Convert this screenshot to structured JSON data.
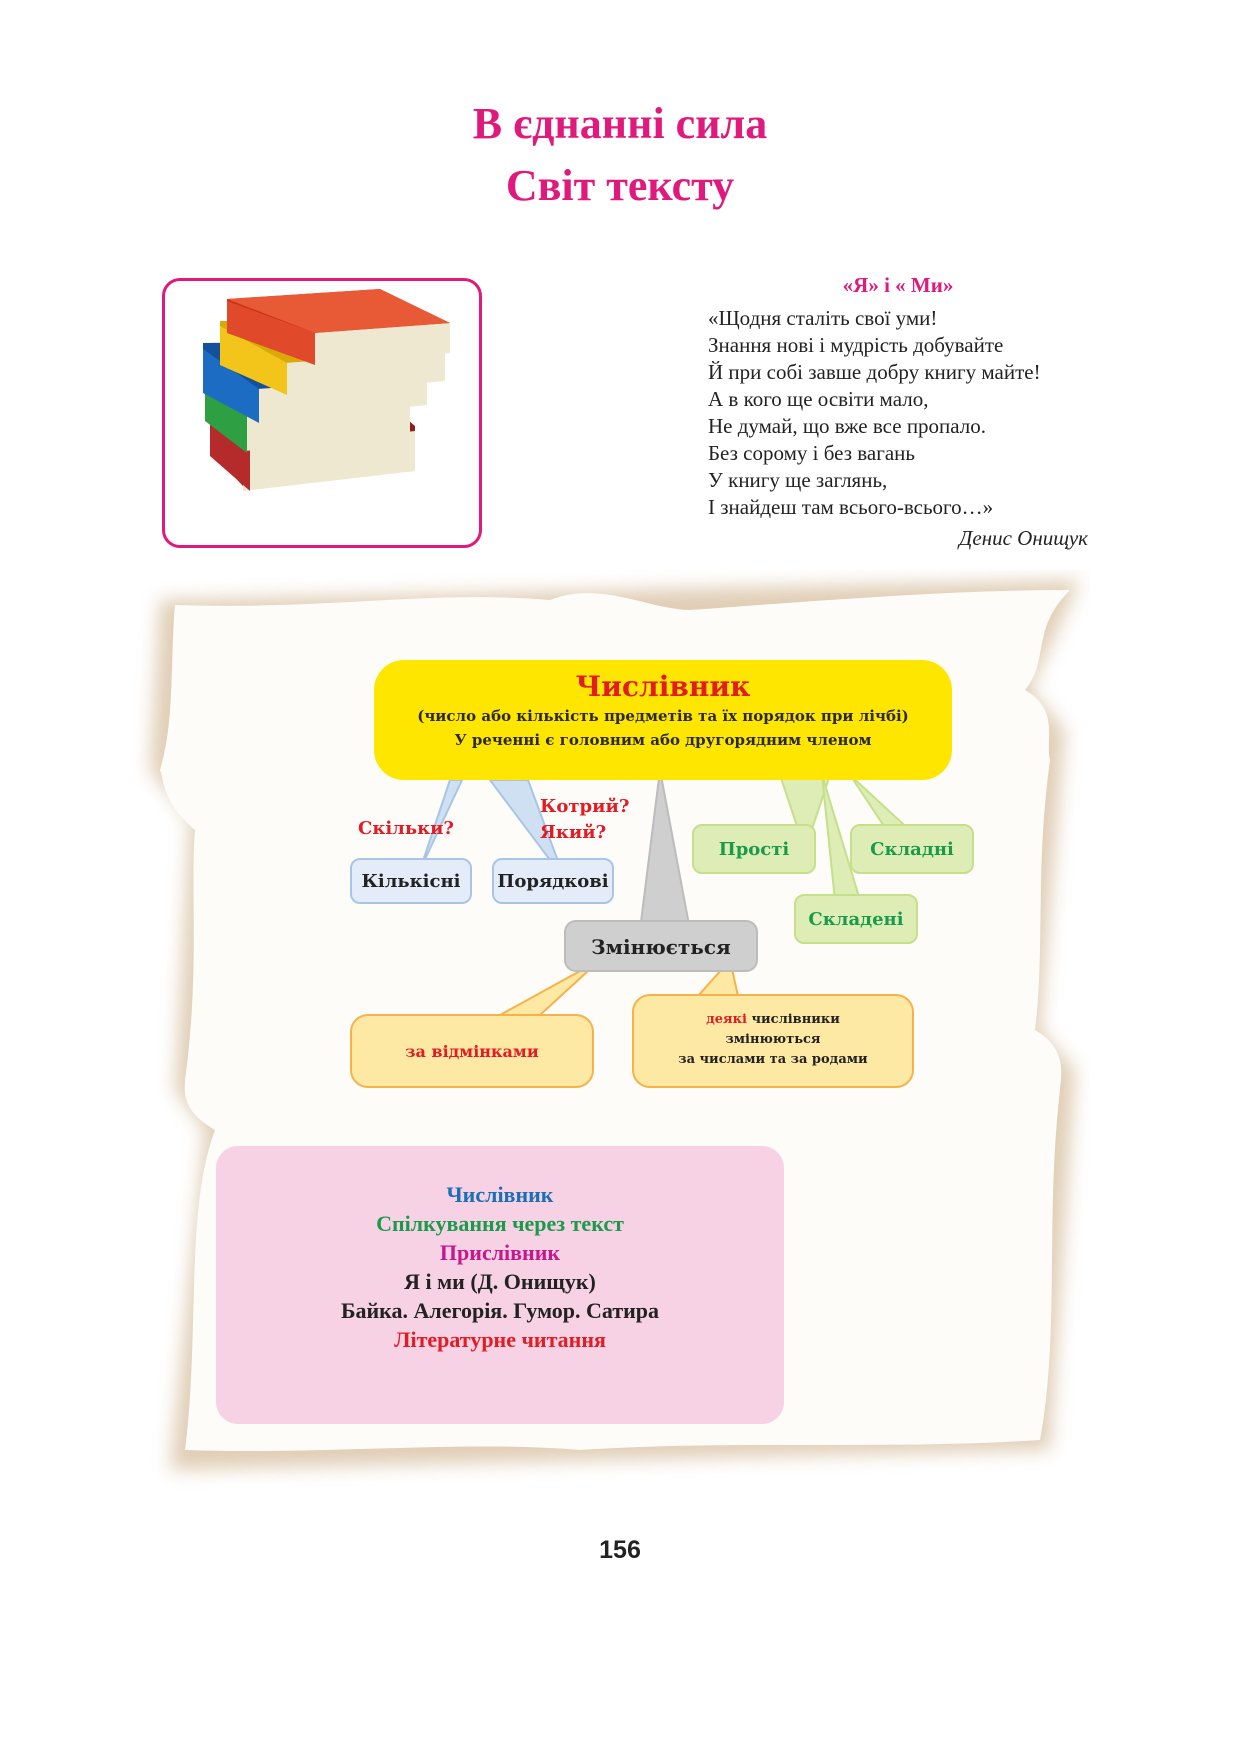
{
  "header": {
    "title_line1": "В єднанні сила",
    "title_line2": "Світ тексту"
  },
  "colors": {
    "accent": "#e0197d",
    "yellow": "#ffe600",
    "green_text": "#1a9b4c",
    "red_text": "#e31b23",
    "blue_text": "#1a6fb5",
    "pink_box": "#f7d2e4"
  },
  "illustration": {
    "icon": "stack-of-books-icon"
  },
  "poem": {
    "title": "«Я» і « Ми»",
    "lines": [
      "«Щодня сталіть свої уми!",
      "Знання нові і мудрість добувайте",
      "Й при собі завше добру книгу майте!",
      "А в кого ще освіти мало,",
      "Не думай, що вже все пропало.",
      "Без сорому і без вагань",
      "У книгу ще заглянь,",
      "І знайдеш там всього-всього…»"
    ],
    "author": "Денис Онищук"
  },
  "diagram": {
    "main_title": "Числівник",
    "main_subtitle": "(число або кількість предметів та їх порядок при лічбі)",
    "main_line2": "У реченні є головним або другорядним членом",
    "question_quantity": "Скільки?",
    "question_order_1": "Котрий?",
    "question_order_2": "Який?",
    "type_quantity": "Кількісні",
    "type_order": "Порядкові",
    "type_simple": "Прості",
    "type_compound": "Складні",
    "type_composite": "Складені",
    "changes": "Змінюється",
    "by_cases": "за відмінками",
    "some_word": "деякі",
    "some_rest": " числівники",
    "some_line2": "змінюються",
    "some_line3": "за числами та за родами"
  },
  "contents": {
    "items": [
      "Числівник",
      "Спілкування через текст",
      "Прислівник",
      "Я і ми (Д. Онищук)",
      "Байка. Алегорія. Гумор. Сатира",
      "Літературне читання"
    ]
  },
  "footer": {
    "page_number": "156"
  }
}
